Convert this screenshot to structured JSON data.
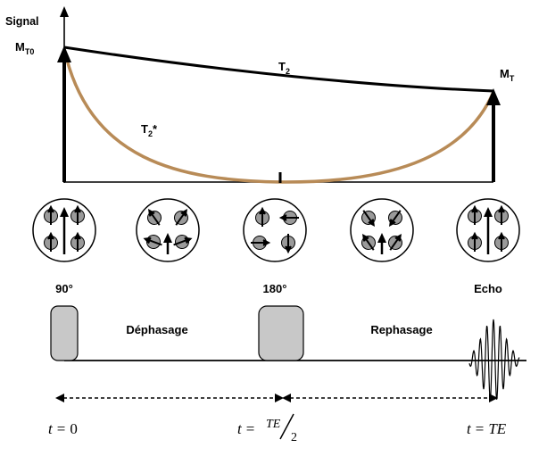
{
  "signal_axis": {
    "label": "Signal"
  },
  "initial_magnetization": {
    "main": "M",
    "sub": "T0"
  },
  "final_magnetization": {
    "main": "M",
    "sub": "T"
  },
  "t2_curve": {
    "main": "T",
    "sub": "2"
  },
  "t2star_curve": {
    "main": "T",
    "sub": "2",
    "suffix": "*"
  },
  "stages": [
    {
      "label": "90°",
      "spins": "in-phase"
    },
    {
      "label": "",
      "spins": "dephasing"
    },
    {
      "label": "180°",
      "spins": "inverted"
    },
    {
      "label": "",
      "spins": "rephasing"
    },
    {
      "label": "Echo",
      "spins": "in-phase"
    }
  ],
  "pulse_sequence": {
    "dephasing_label": "Déphasage",
    "rephasing_label": "Rephasage"
  },
  "timeline": {
    "t0": {
      "var": "t",
      "eq": "=",
      "value": "0"
    },
    "thalf": {
      "var": "t",
      "eq": "=",
      "num": "TE",
      "den": "2"
    },
    "te": {
      "var": "t",
      "eq": "=",
      "value": "TE"
    }
  },
  "colors": {
    "t2_curve": "#000000",
    "t2star_curve": "#b88b57",
    "pulse_fill": "#c8c8c8",
    "spin_fill": "#9a9a9a"
  }
}
